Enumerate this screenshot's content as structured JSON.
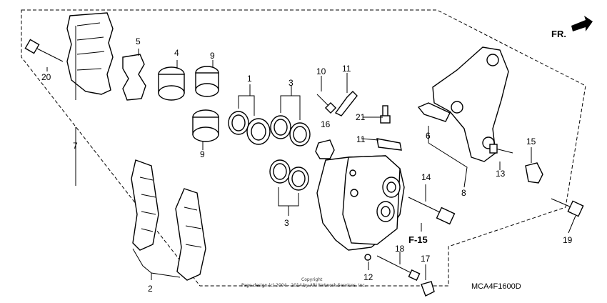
{
  "diagram": {
    "part_numbers": [
      "1",
      "2",
      "3",
      "3",
      "4",
      "5",
      "6",
      "7",
      "8",
      "9",
      "9",
      "10",
      "11",
      "11",
      "12",
      "13",
      "14",
      "15",
      "16",
      "17",
      "18",
      "19",
      "20",
      "21"
    ],
    "reference_label": "F-15",
    "direction_label": "FR.",
    "drawing_code": "MCA4F1600D",
    "copyright_line1": "Copyright",
    "copyright_line2": "Page design (c) 2004 - 2014 by ARI Network Services, Inc."
  }
}
